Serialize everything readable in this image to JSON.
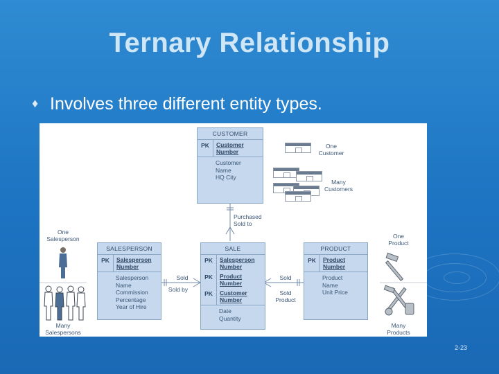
{
  "slide": {
    "title": "Ternary Relationship",
    "bullet_glyph": "♦",
    "bullet_text": "Involves three different entity types.",
    "page_number": "2-23"
  },
  "diagram": {
    "customer": {
      "header": "CUSTOMER",
      "pk": "PK",
      "key_line1": "Customer",
      "key_line2": "Number",
      "attr1": "Customer",
      "attr2": "Name",
      "attr3": "HQ City"
    },
    "salesperson": {
      "header": "SALESPERSON",
      "pk": "PK",
      "key_line1": "Salesperson",
      "key_line2": "Number",
      "attr1": "Salesperson",
      "attr2": "Name",
      "attr3": "Commission",
      "attr4": "Percentage",
      "attr5": "Year of Hire"
    },
    "sale": {
      "header": "SALE",
      "pk1": "PK",
      "key1_line1": "Salesperson",
      "key1_line2": "Number",
      "pk2": "PK",
      "key2_line1": "Product",
      "key2_line2": "Number",
      "pk3": "PK",
      "key3_line1": "Customer",
      "key3_line2": "Number",
      "attr1": "Date",
      "attr2": "Quantity"
    },
    "product": {
      "header": "PRODUCT",
      "pk": "PK",
      "key_line1": "Product",
      "key_line2": "Number",
      "attr1": "Product",
      "attr2": "Name",
      "attr3": "Unit Price"
    },
    "relationship_labels": {
      "purchased_line1": "Purchased",
      "purchased_line2": "Sold to",
      "sold_left": "Sold",
      "sold_by": "Sold by",
      "sold_right": "Sold",
      "sold_product": "Sold",
      "sold_product2": "Product"
    },
    "captions": {
      "one_customer_1": "One",
      "one_customer_2": "Customer",
      "many_customers_1": "Many",
      "many_customers_2": "Customers",
      "one_salesperson_1": "One",
      "one_salesperson_2": "Salesperson",
      "many_salespersons_1": "Many",
      "many_salespersons_2": "Salespersons",
      "one_product_1": "One",
      "one_product_2": "Product",
      "many_products_1": "Many",
      "many_products_2": "Products"
    }
  }
}
